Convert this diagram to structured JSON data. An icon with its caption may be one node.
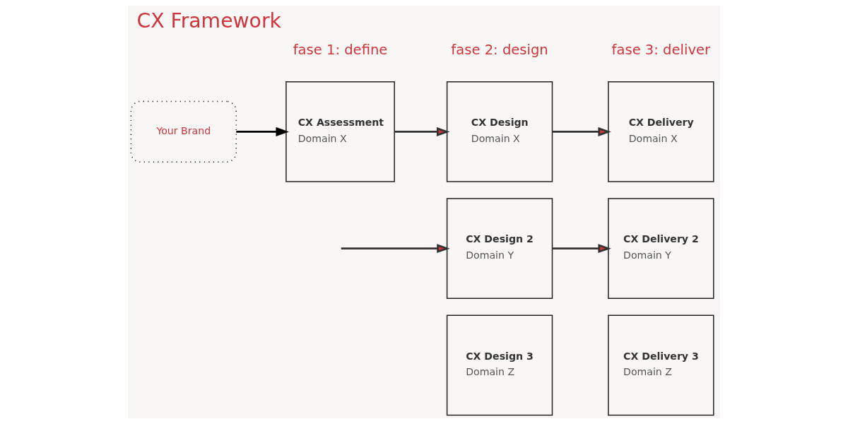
{
  "diagram": {
    "title": "CX Framework",
    "nodes": [
      {
        "text": [
          "Your Brand"
        ]
      },
      {
        "text": [
          "CX Assessment",
          "Domain X"
        ]
      },
      {
        "text": [
          "CX Design",
          "Domain X"
        ]
      },
      {
        "text": [
          "CX Design 2",
          "Domain Y"
        ]
      },
      {
        "text": [
          "CX Design 3",
          "Domain Z"
        ]
      },
      {
        "text": [
          "CX Delivery",
          "Domain X"
        ]
      },
      {
        "text": [
          "CX Delivery 2",
          "Domain Y"
        ]
      },
      {
        "text": [
          "CX Delivery 3",
          "Domain Z"
        ]
      }
    ],
    "edges": [
      {
        "from": 0,
        "to": 1,
        "arrow": "to",
        "color": "#000000"
      },
      {
        "from": 1,
        "to": 2,
        "arrow": "to"
      },
      {
        "from": null,
        "to": 3,
        "arrow": "to"
      },
      {
        "from": 2,
        "to": 5,
        "arrow": "to"
      },
      {
        "from": 3,
        "to": 6,
        "arrow": "to"
      }
    ],
    "labels": [
      "fase 1: define",
      "fase 2: design",
      "fase 3: deliver"
    ]
  }
}
